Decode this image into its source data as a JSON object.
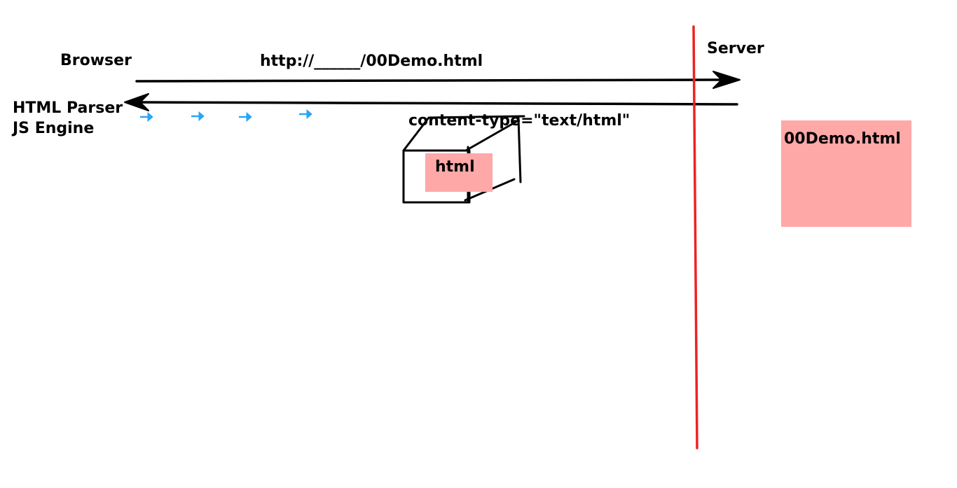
{
  "labels": {
    "browser": "Browser",
    "url": "http://______/00Demo.html",
    "server": "Server",
    "html_parser": "HTML Parser",
    "js_engine": "JS Engine",
    "content_type": "content-type=\"text/html\"",
    "package": "html",
    "server_file": "00Demo.html"
  },
  "colors": {
    "ink": "#000000",
    "boundary": "#ee2222",
    "flow_arrows": "#2ba4f5",
    "note_fill": "#ffa8a8"
  },
  "icons": {
    "request_arrow": "arrow-right",
    "response_arrow": "arrow-left",
    "flow_arrow": "small-arrow-right",
    "package": "box-3d"
  }
}
